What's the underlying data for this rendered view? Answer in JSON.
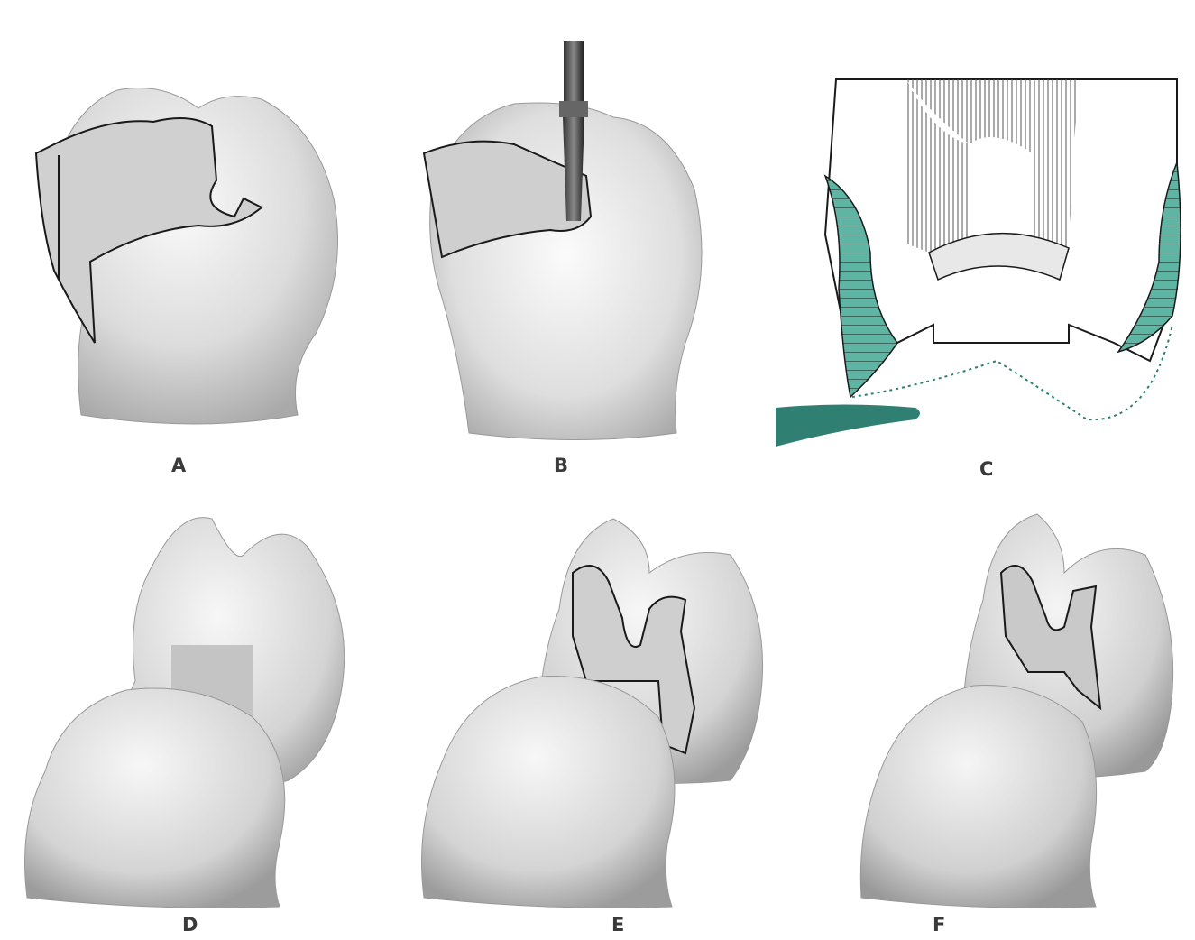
{
  "figure": {
    "labels": {
      "a": "A",
      "b": "B",
      "c": "C",
      "d": "D",
      "e": "E",
      "f": "F"
    }
  },
  "colors": {
    "tooth": "#e6e6e6",
    "outline": "#1a1a1a",
    "green": "#5fb5a3",
    "green_dark": "#2f7f72",
    "hatch": "#555555"
  },
  "icons": {
    "panel_a": "tooth-prepared-outline-icon",
    "panel_b": "tooth-with-bur-icon",
    "panel_c": "cross-section-diagram-icon",
    "panel_d": "adjacent-teeth-preparation-icon",
    "panel_e": "adjacent-teeth-outlined-icon",
    "panel_f": "adjacent-teeth-finished-icon"
  }
}
